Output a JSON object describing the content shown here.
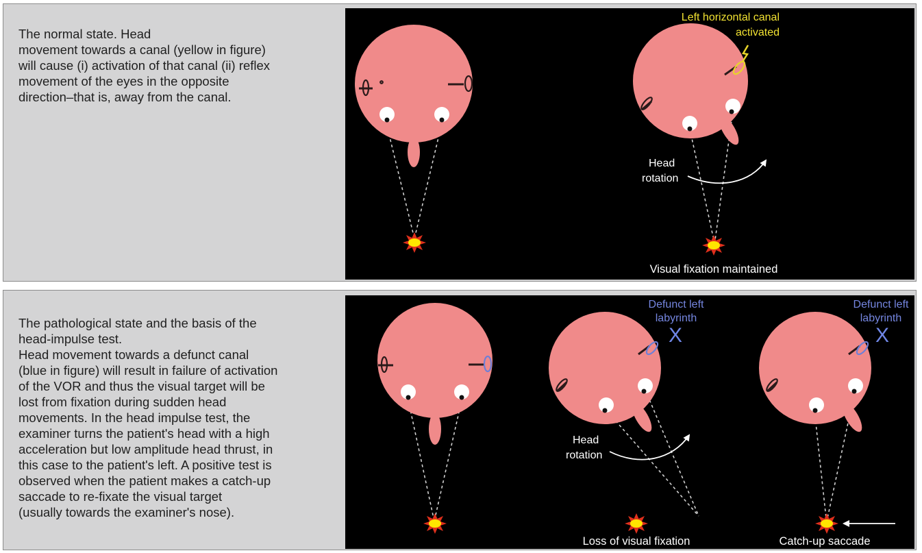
{
  "colors": {
    "background": "#d4d4d5",
    "stage": "#000000",
    "head": "#f08a8a",
    "active_canal": "#e8d52a",
    "defunct": "#6f7fd6",
    "label_white": "#ffffff",
    "target": "#ffe600",
    "target_rays": "#e0301c"
  },
  "normal_state": {
    "description": "The normal state.  Head\nmovement towards a canal (yellow in figure)\nwill cause (i) activation of that canal (ii) reflex\nmovement of the eyes in the opposite\ndirection–that is, away from the canal.",
    "activated_label_line1": "Left horizontal canal",
    "activated_label_line2": "activated",
    "head_rotation_line1": "Head",
    "head_rotation_line2": "rotation",
    "fixation_caption": "Visual fixation maintained"
  },
  "pathological_state": {
    "description": "The pathological state and the basis of the\nhead-impulse test.\nHead movement towards a defunct canal\n(blue in figure) will result in failure of activation\nof the VOR and thus the visual target will be\nlost from fixation during sudden head\nmovements. In the head impulse test, the\nexaminer turns the patient's head with a high\nacceleration but low amplitude head thrust, in\nthis case to the patient's left. A positive test is\nobserved when the patient makes a catch-up\nsaccade to re-fixate the visual target\n(usually towards the examiner's nose).",
    "defunct_label_line1": "Defunct left",
    "defunct_label_line2": "labyrinth",
    "defunct_mark": "X",
    "head_rotation_line1": "Head",
    "head_rotation_line2": "rotation",
    "loss_caption": "Loss of visual fixation",
    "catchup_caption": "Catch-up saccade"
  }
}
